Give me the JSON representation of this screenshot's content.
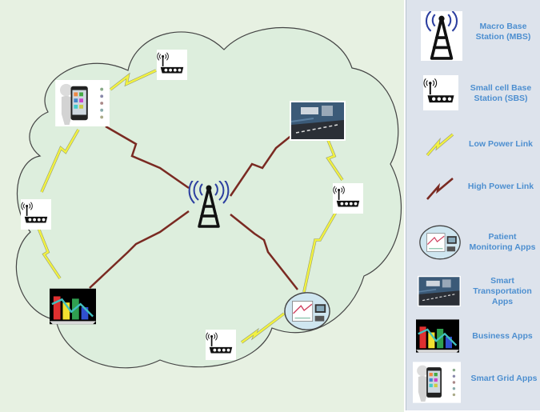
{
  "legend": {
    "items": [
      {
        "icon": "macro-base-station-icon",
        "line1": "Macro Base",
        "line2": "Station (MBS)"
      },
      {
        "icon": "small-cell-base-station-icon",
        "line1": "Small cell Base",
        "line2": "Station (SBS)"
      },
      {
        "icon": "low-power-link-icon",
        "line1": "Low Power Link"
      },
      {
        "icon": "high-power-link-icon",
        "line1": "High Power Link"
      },
      {
        "icon": "patient-monitoring-apps-icon",
        "line1": "Patient",
        "line2": "Monitoring Apps"
      },
      {
        "icon": "smart-transportation-apps-icon",
        "line1": "Smart",
        "line2": "Transportation",
        "line3": "Apps"
      },
      {
        "icon": "business-apps-icon",
        "line1": "Business Apps"
      },
      {
        "icon": "smart-grid-apps-icon",
        "line1": "Smart Grid Apps"
      }
    ]
  },
  "colors": {
    "cloud_fill": "#ddeedd",
    "diagram_background": "#e7f1e2",
    "legend_background": "#dde3ec",
    "legend_text": "#4d8fd0",
    "low_power_link": "#f2f240",
    "high_power_link": "#7a2a22"
  }
}
